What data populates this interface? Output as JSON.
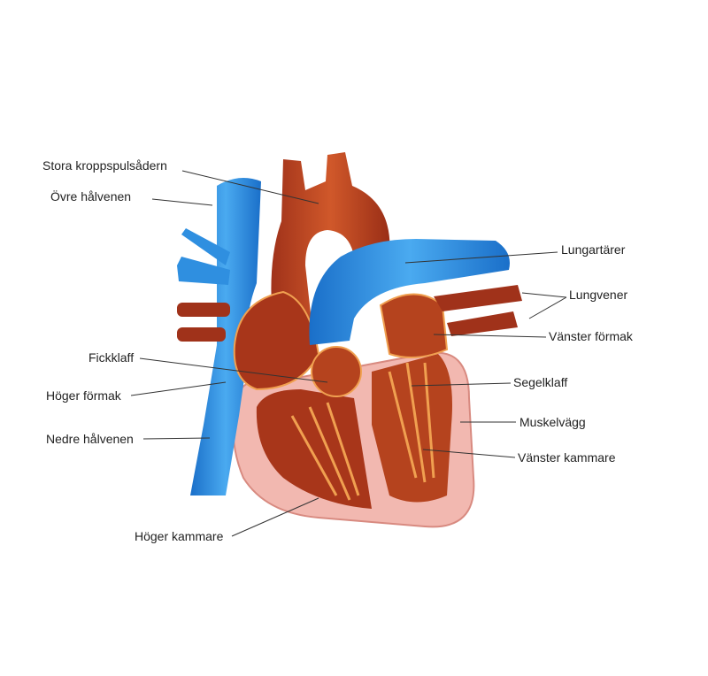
{
  "title": "Hjärtats anatomi",
  "labels": {
    "aorta": "Stora kroppspulsådern",
    "superior_vena_cava": "Övre hålvenen",
    "pulmonary_valve": "Fickklaff",
    "right_atrium": "Höger förmak",
    "inferior_vena_cava": "Nedre hålvenen",
    "right_ventricle": "Höger kammare",
    "pulmonary_arteries": "Lungartärer",
    "pulmonary_veins": "Lungvener",
    "left_atrium": "Vänster förmak",
    "mitral_valve": "Segelklaff",
    "muscle_wall": "Muskelvägg",
    "left_ventricle": "Vänster kammare"
  },
  "colors": {
    "artery_red": "#b8401c",
    "vein_blue": "#2f8fe0",
    "muscle_pink": "#f2b8b0",
    "tendon_orange": "#f0a050"
  }
}
